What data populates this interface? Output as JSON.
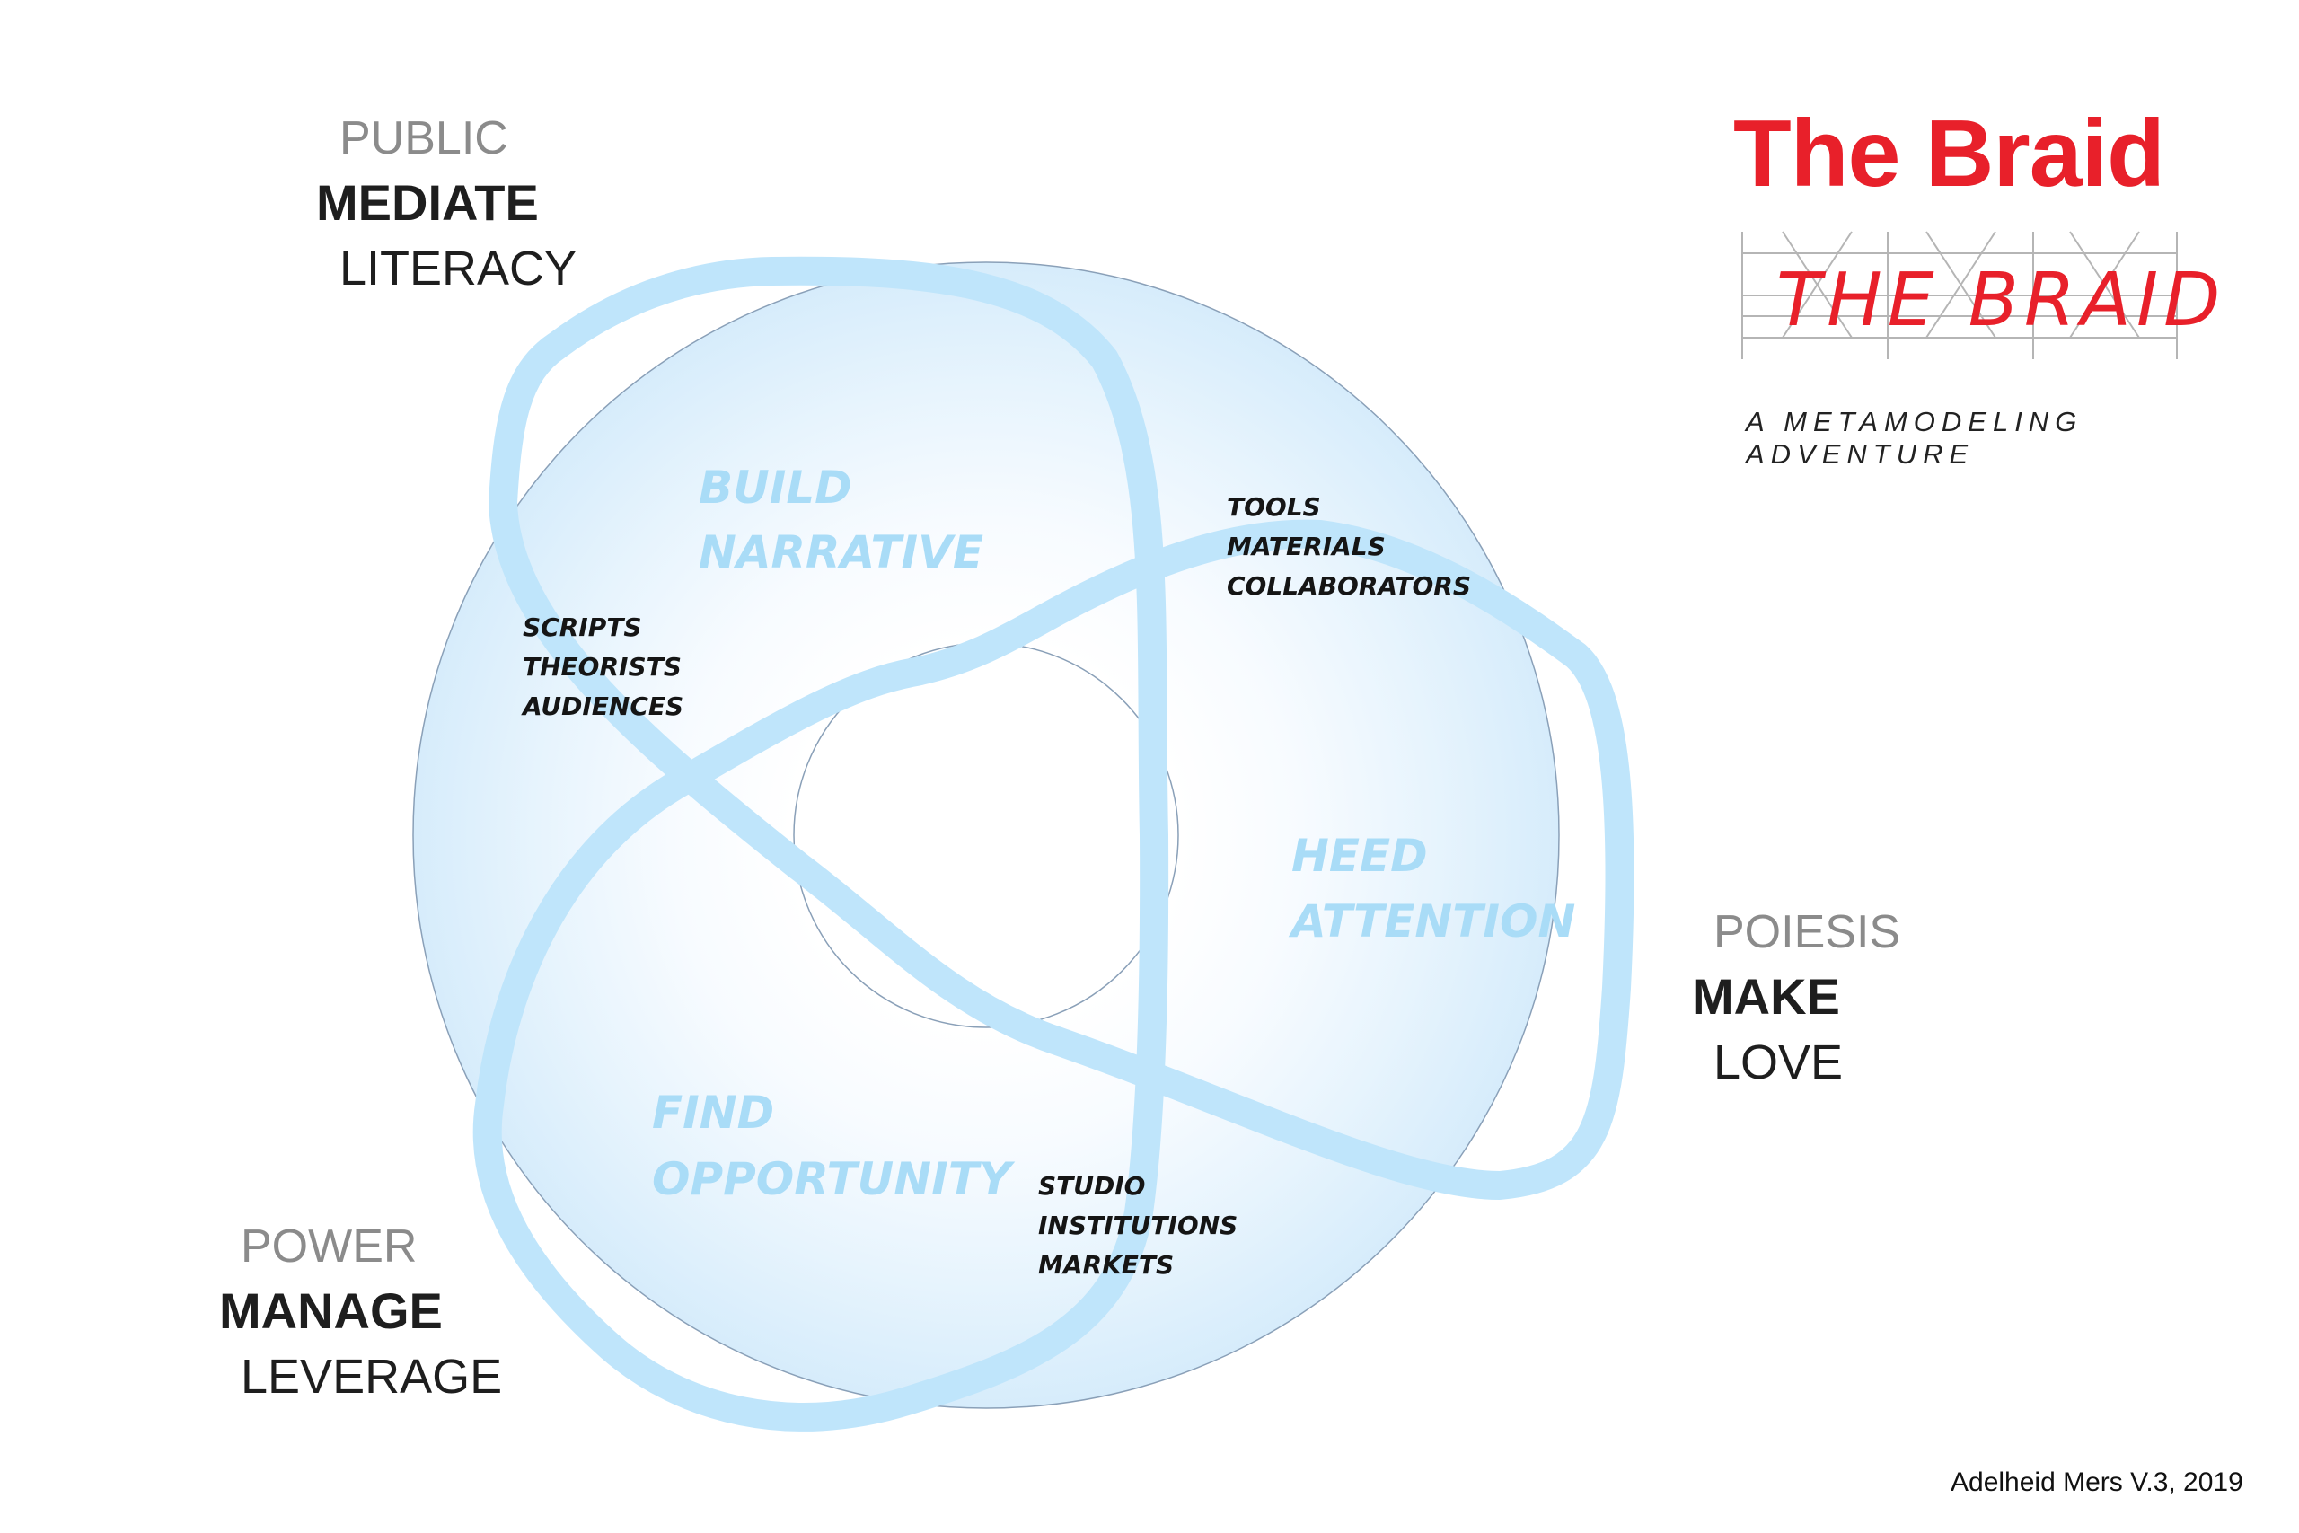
{
  "corners": {
    "top_left": [
      "PUBLIC",
      "MEDIATE",
      "LITERACY"
    ],
    "right": [
      "POIESIS",
      "MAKE",
      "LOVE"
    ],
    "bottom_left": [
      "POWER",
      "MANAGE",
      "LEVERAGE"
    ]
  },
  "brand": {
    "title": "The Braid",
    "logo_text": "THE BRAID",
    "subtitle": "A METAMODELING ADVENTURE"
  },
  "lobes": {
    "build": [
      "BUILD",
      "NARRATIVE"
    ],
    "heed": [
      "HEED",
      "ATTENTION"
    ],
    "find": [
      "FIND",
      "OPPORTUNITY"
    ]
  },
  "annotations": {
    "scripts": [
      "SCRIPTS",
      "THEORISTS",
      "AUDIENCES"
    ],
    "tools": [
      "TOOLS",
      "MATERIALS",
      "COLLABORATORS"
    ],
    "studio": [
      "STUDIO",
      "INSTITUTIONS",
      "MARKETS"
    ]
  },
  "credit": "Adelheid Mers  V.3, 2019",
  "colors": {
    "accent_red": "#e8202a",
    "band_blue": "#bfe5fb",
    "lobe_text": "#a9dcf7",
    "torus_edge": "#8aa0b8"
  }
}
